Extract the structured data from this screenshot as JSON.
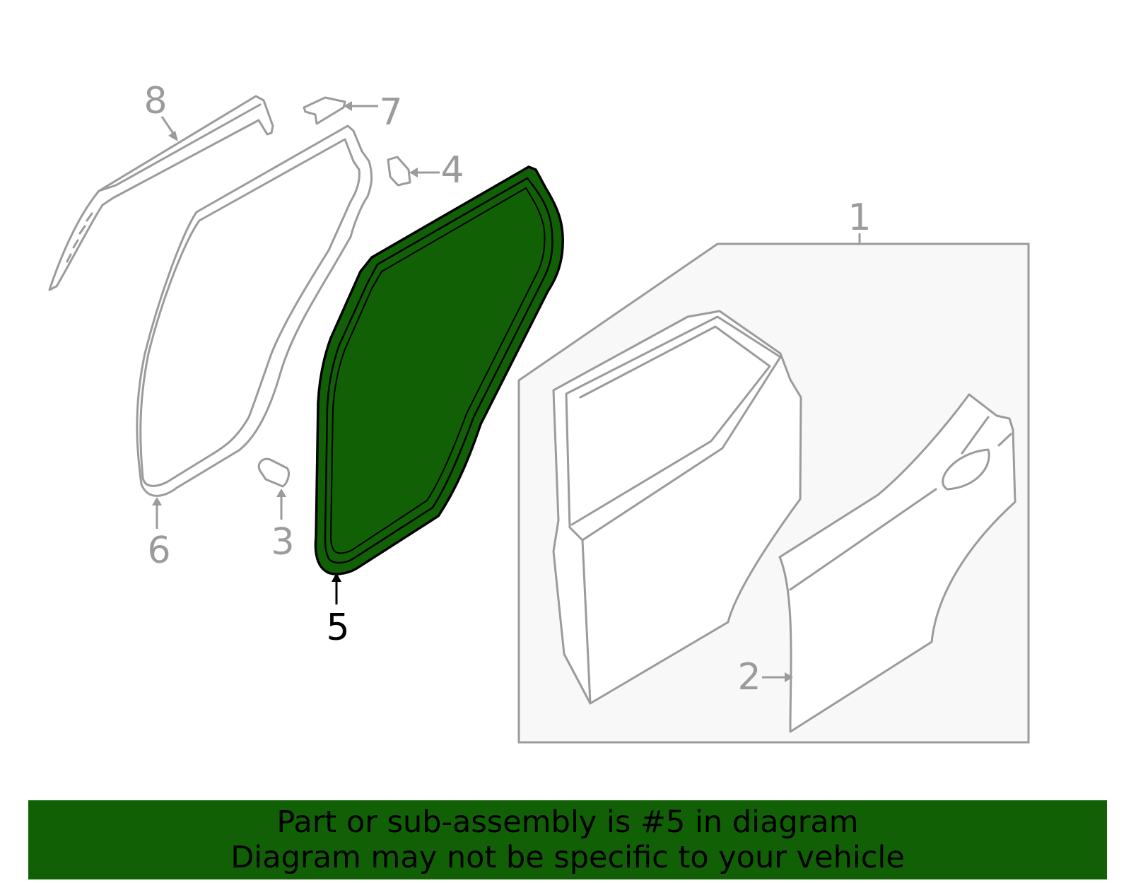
{
  "diagram": {
    "callouts": [
      {
        "id": "1",
        "label": "1"
      },
      {
        "id": "2",
        "label": "2"
      },
      {
        "id": "3",
        "label": "3"
      },
      {
        "id": "4",
        "label": "4"
      },
      {
        "id": "5",
        "label": "5"
      },
      {
        "id": "6",
        "label": "6"
      },
      {
        "id": "7",
        "label": "7"
      },
      {
        "id": "8",
        "label": "8"
      }
    ],
    "highlighted_part": "5",
    "colors": {
      "highlight_fill": "#116006",
      "outline": "#9b9b9b",
      "assembly_box_fill": "#f8f8f8",
      "banner": "#116006"
    }
  },
  "footer": {
    "line1": "Part or sub-assembly is #5 in diagram",
    "line2": "Diagram may not be specific to your vehicle"
  }
}
